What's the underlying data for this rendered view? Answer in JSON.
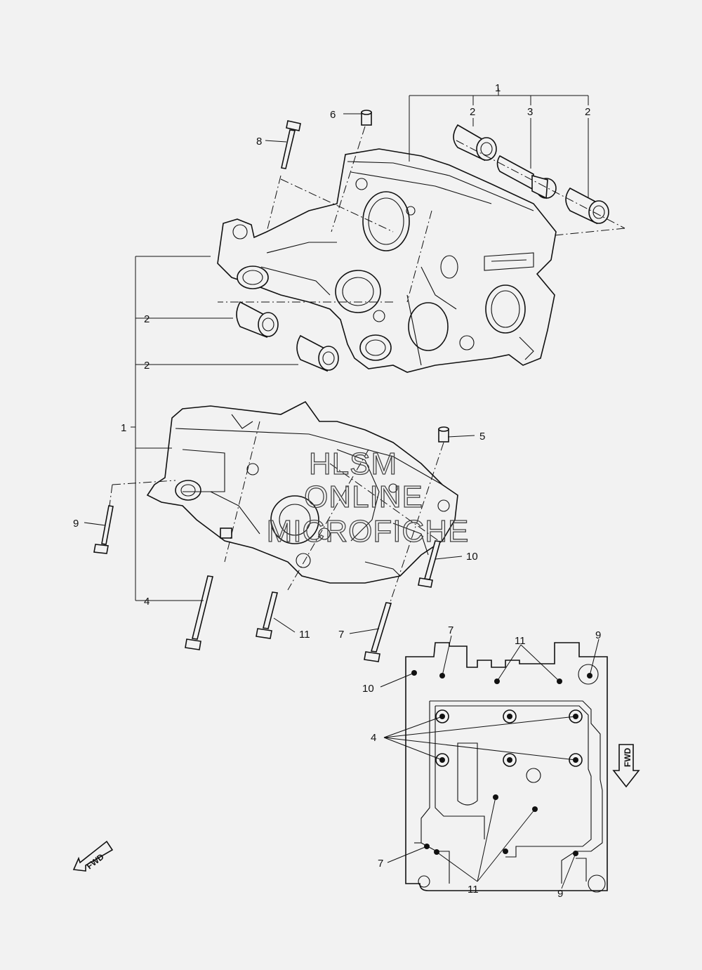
{
  "callouts": {
    "top_group_1": "1",
    "top_bush_2a": "2",
    "top_collar_3": "3",
    "top_bush_2b": "2",
    "dowel_6": "6",
    "bolt_8": "8",
    "left_bush_2a": "2",
    "left_bush_2b": "2",
    "group_1": "1",
    "dowel_5": "5",
    "bolt_9": "9",
    "bolt_10": "10",
    "bolt_4": "4",
    "bolt_11": "11",
    "bolt_7": "7",
    "plan_7_top": "7",
    "plan_11_top": "11",
    "plan_9_top": "9",
    "plan_10": "10",
    "plan_4": "4",
    "plan_7_bottom": "7",
    "plan_11_bottom": "11",
    "plan_9_bottom": "9"
  },
  "fwd_arrows": {
    "left": "FWD",
    "right": "FWD"
  },
  "watermark": {
    "line1": "HLSM",
    "line2": "ONLINE",
    "line3": "MICROFICHE"
  }
}
